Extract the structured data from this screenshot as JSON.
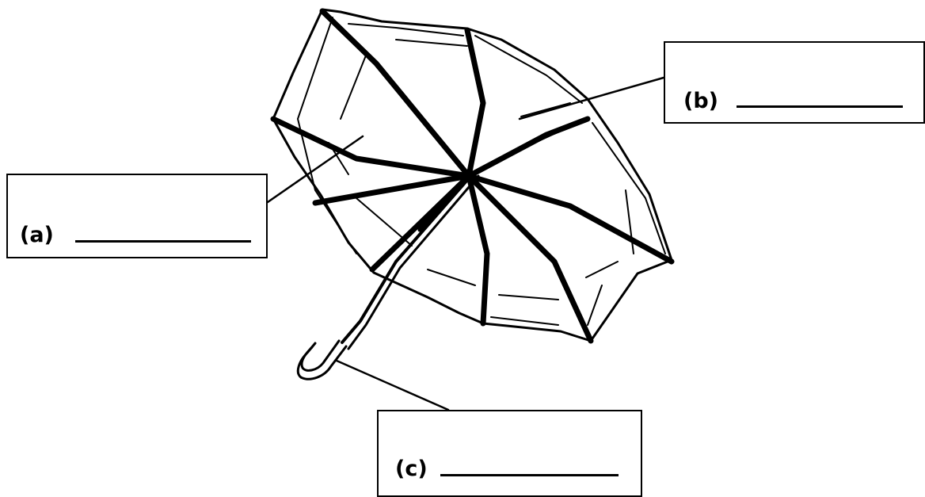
{
  "diagram": {
    "subject": "umbrella",
    "labels": [
      {
        "id": "a",
        "text": "(a)",
        "answer": ""
      },
      {
        "id": "b",
        "text": "(b)",
        "answer": ""
      },
      {
        "id": "c",
        "text": "(c)",
        "answer": ""
      }
    ],
    "colors": {
      "ink": "#000000",
      "background": "#ffffff"
    }
  }
}
